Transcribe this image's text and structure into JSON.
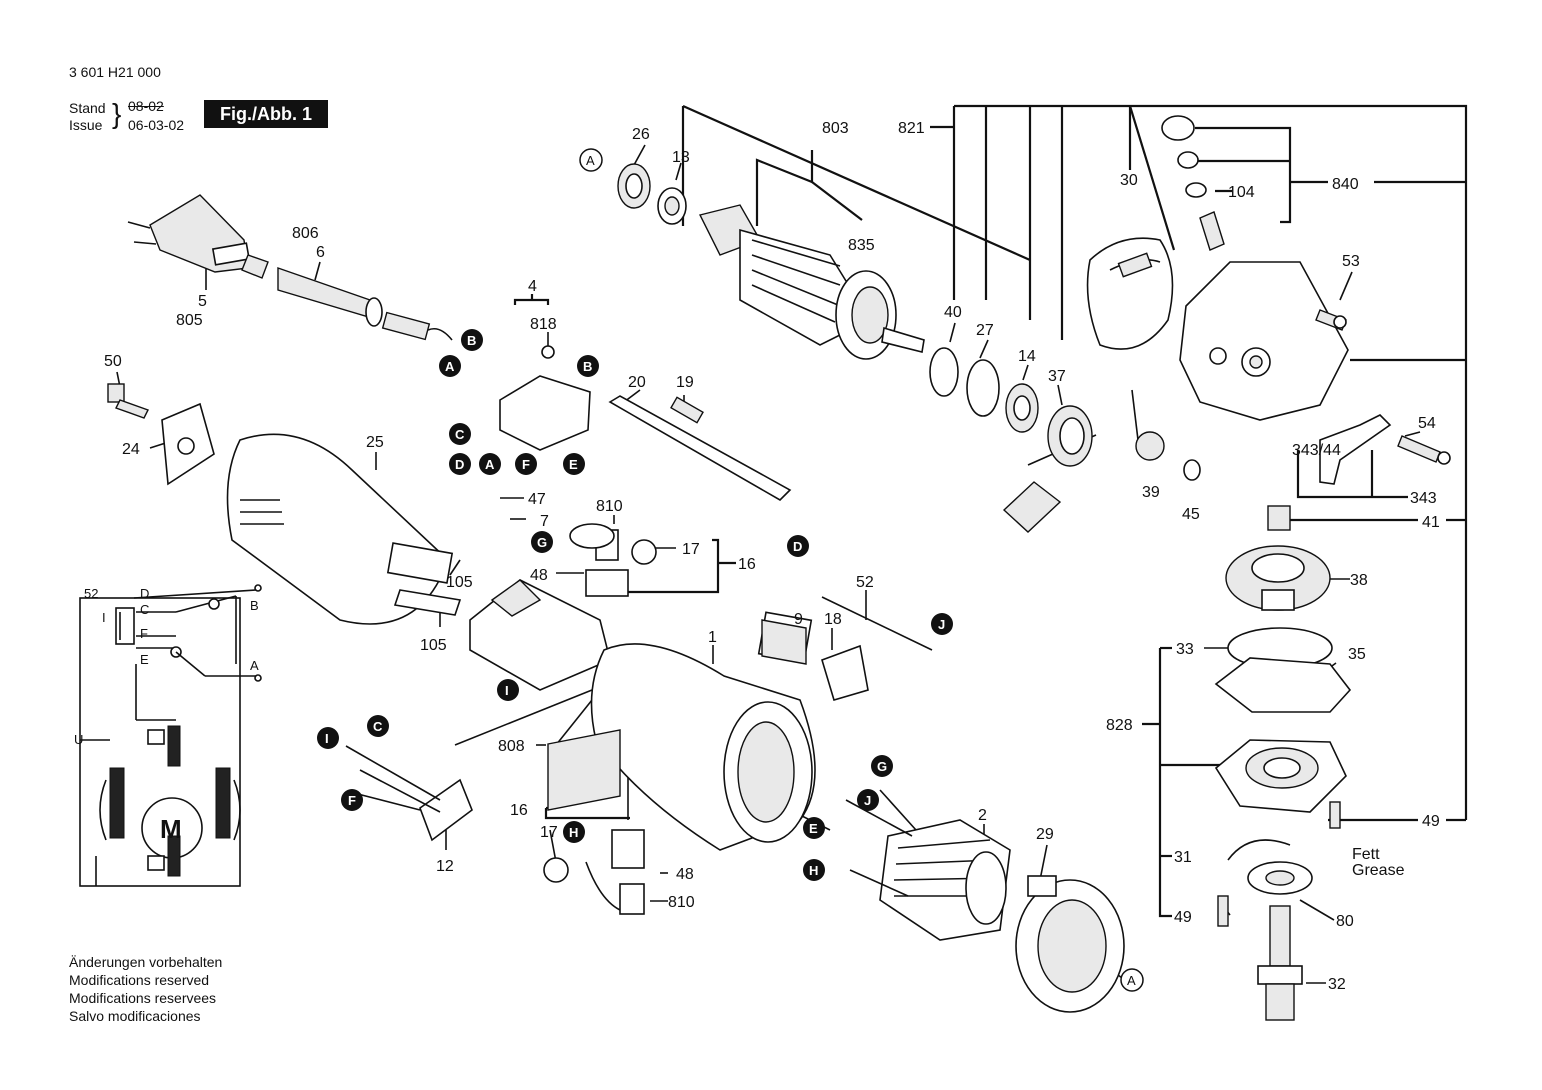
{
  "header": {
    "doc_number": "3 601 H21 000",
    "stand_label": "Stand",
    "stand_value": "08-02",
    "issue_label": "Issue",
    "issue_value": "06-03-02",
    "figure": "Fig./Abb. 1"
  },
  "footer": {
    "lines": [
      "Änderungen vorbehalten",
      "Modifications reserved",
      "Modifications reservees",
      "Salvo modificaciones"
    ]
  },
  "labels": {
    "p26": "26",
    "p13": "13",
    "p803": "803",
    "p821": "821",
    "p840": "840",
    "p104": "104",
    "p30": "30",
    "p835": "835",
    "p806": "806",
    "p6": "6",
    "p5": "5",
    "p805": "805",
    "p4": "4",
    "p818": "818",
    "p20": "20",
    "p19": "19",
    "p40": "40",
    "p27": "27",
    "p14": "14",
    "p37": "37",
    "p53": "53",
    "p54": "54",
    "p34344": "343/44",
    "p343": "343",
    "p39": "39",
    "p45": "45",
    "p41": "41",
    "p50": "50",
    "p24": "24",
    "p25": "25",
    "p47": "47",
    "p7": "7",
    "p810a": "810",
    "p17a": "17",
    "p16a": "16",
    "p48a": "48",
    "p105a": "105",
    "p105b": "105",
    "p52": "52",
    "p38": "38",
    "p33": "33",
    "p35": "35",
    "p9": "9",
    "p18": "18",
    "p1": "1",
    "p828": "828",
    "p808": "808",
    "p12": "12",
    "p16b": "16",
    "p17b": "17",
    "p48b": "48",
    "p810b": "810",
    "p2": "2",
    "p29": "29",
    "p49a": "49",
    "p31": "31",
    "p49b": "49",
    "p80": "80",
    "p32": "32",
    "fett": "Fett",
    "grease": "Grease",
    "m": "M",
    "w52": "52",
    "wD": "D",
    "wC": "C",
    "wF": "F",
    "wE": "E",
    "wI": "I",
    "wB": "B",
    "wA": "A",
    "wU": "U"
  },
  "connectors": {
    "A": "A",
    "B": "B",
    "C": "C",
    "D": "D",
    "E": "E",
    "F": "F",
    "G": "G",
    "H": "H",
    "I": "I",
    "J": "J"
  }
}
